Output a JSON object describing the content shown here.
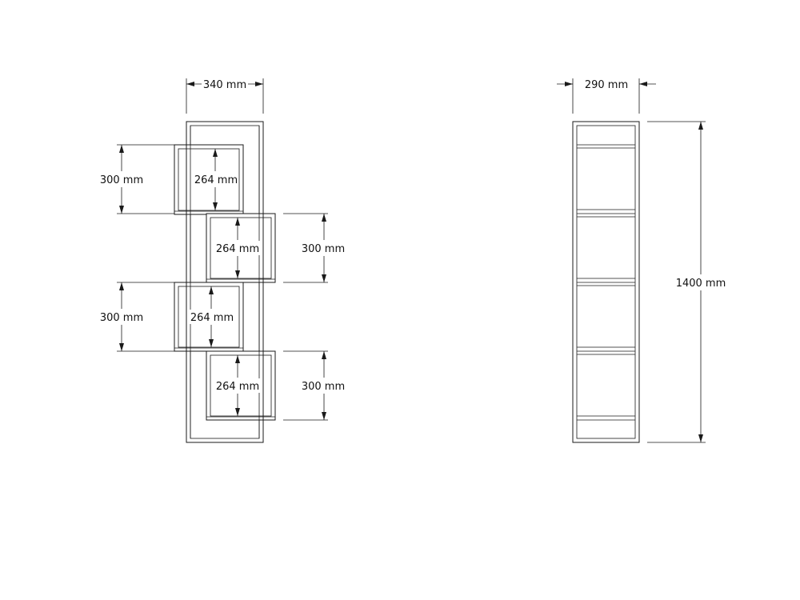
{
  "front_view": {
    "width_label": "340 mm",
    "shelf_heights": [
      {
        "outer": "300 mm",
        "inner": "264 mm"
      },
      {
        "outer": "300 mm",
        "inner": "264 mm"
      },
      {
        "outer": "300 mm",
        "inner": "264 mm"
      },
      {
        "outer": "300 mm",
        "inner": "264 mm"
      }
    ]
  },
  "side_view": {
    "depth_label": "290 mm",
    "height_label": "1400 mm"
  }
}
